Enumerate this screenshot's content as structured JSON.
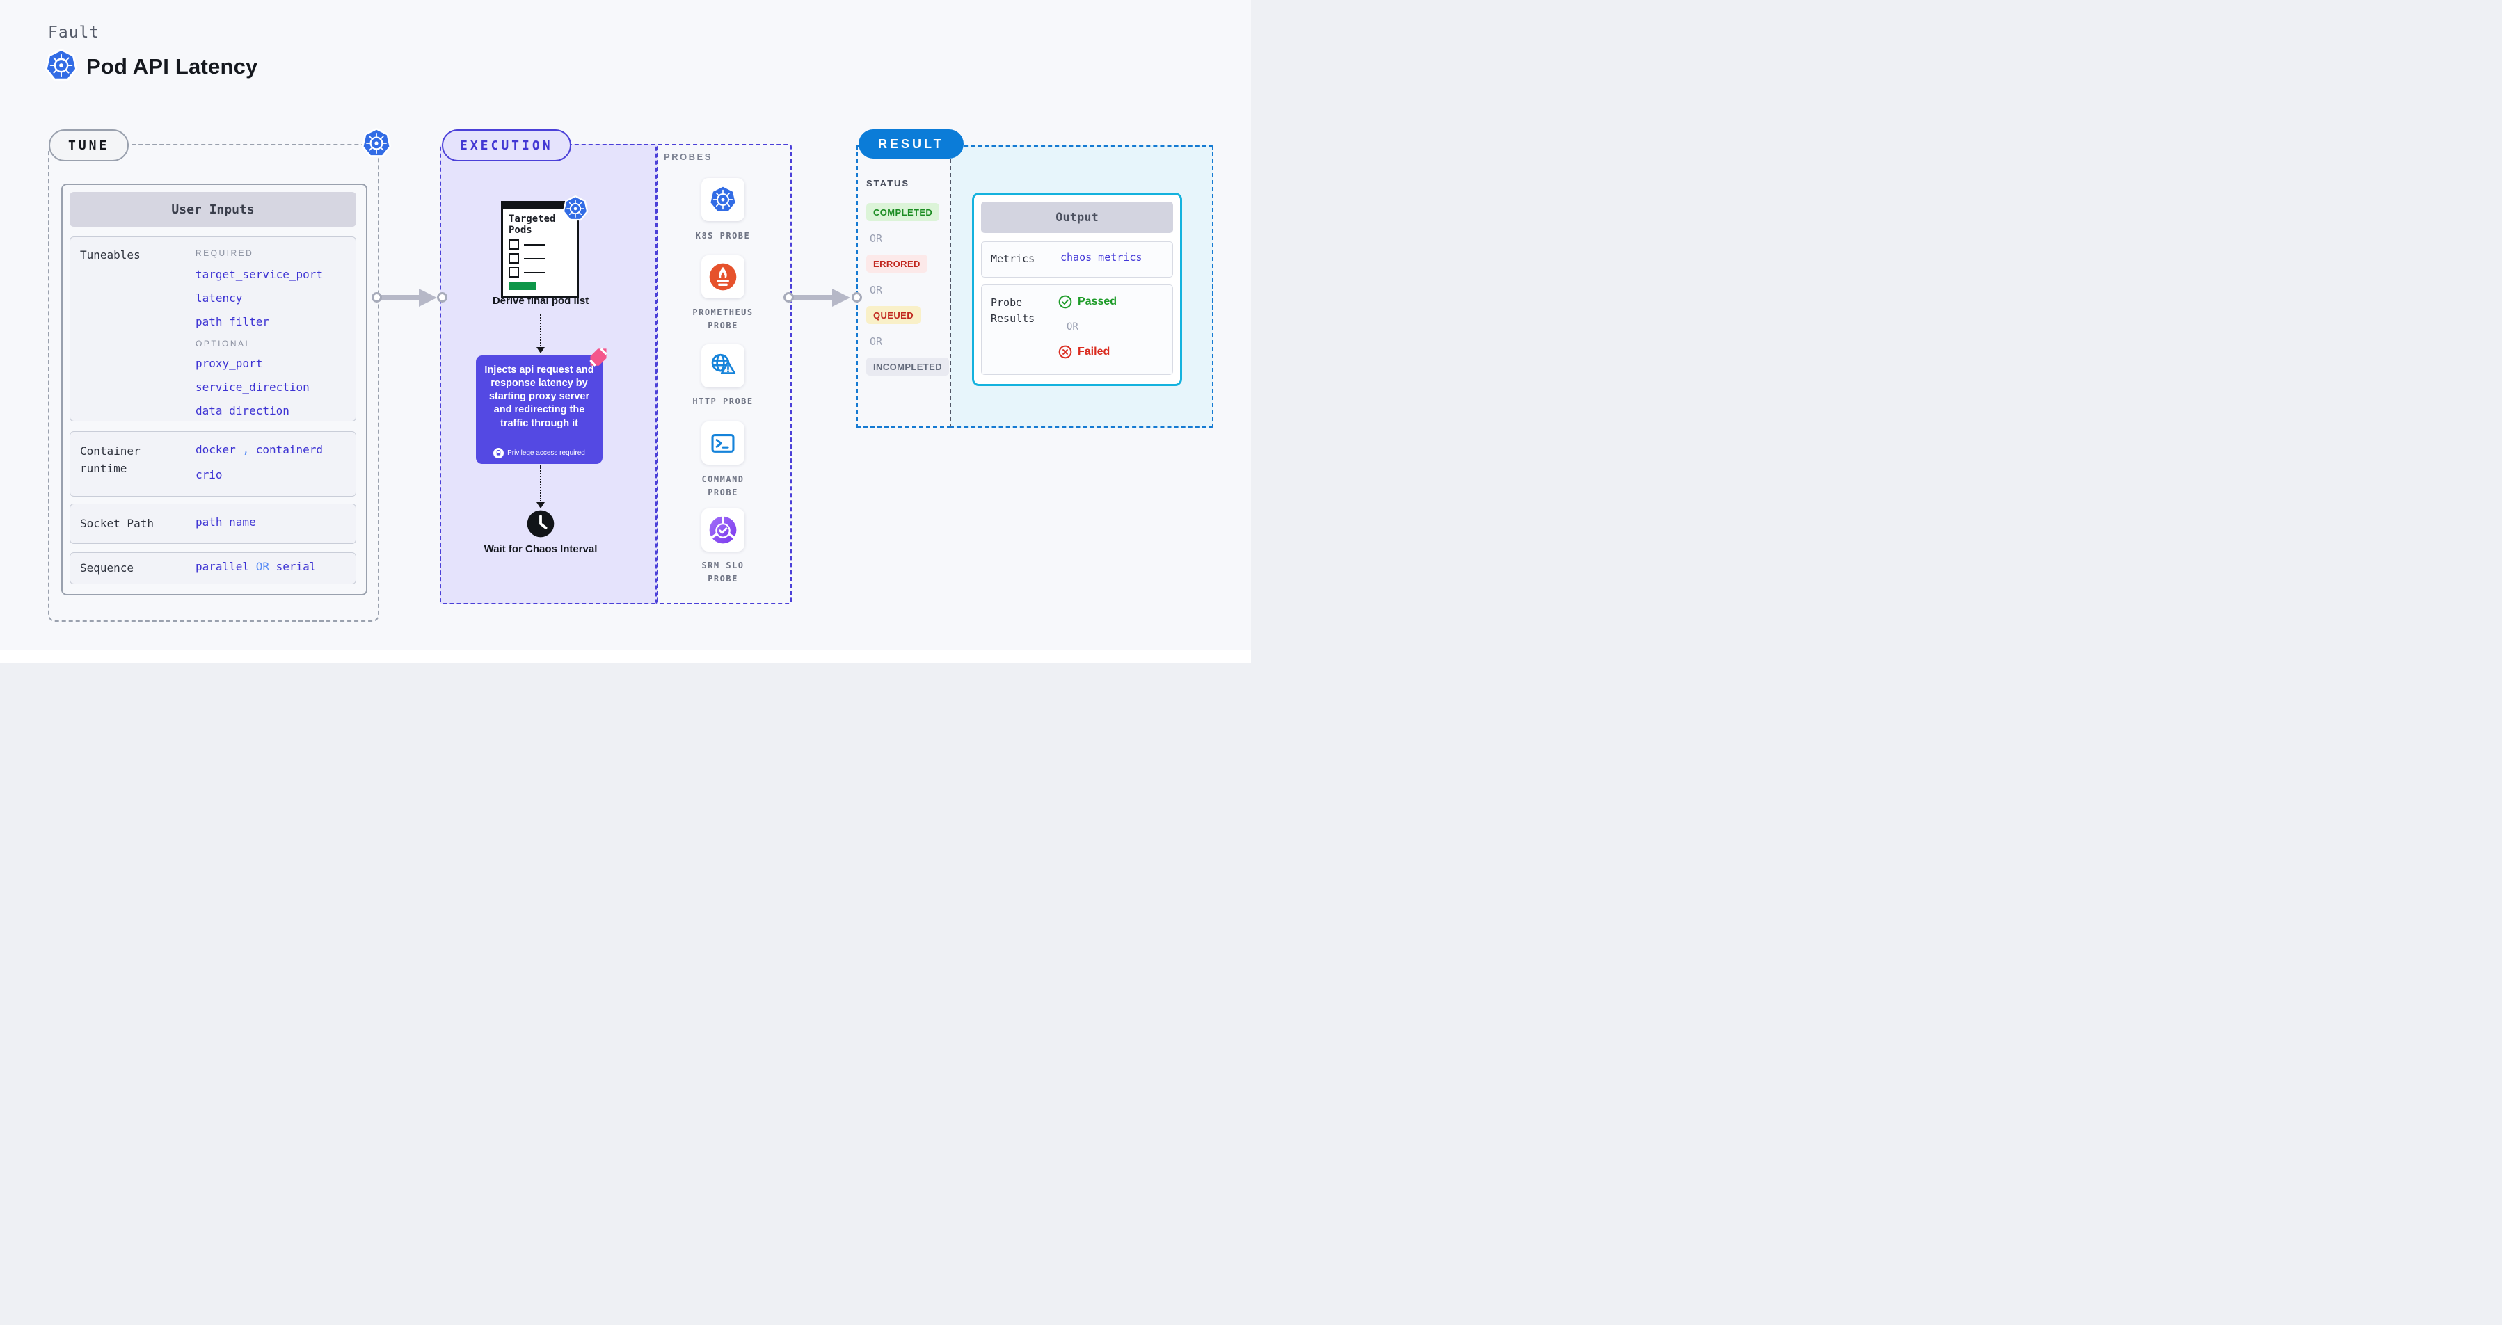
{
  "header": {
    "eyebrow": "Fault",
    "title": "Pod API Latency"
  },
  "tune": {
    "badge": "TUNE",
    "user_inputs_title": "User Inputs",
    "tuneables": {
      "label": "Tuneables",
      "required_label": "REQUIRED",
      "required": [
        "target_service_port",
        "latency",
        "path_filter"
      ],
      "optional_label": "OPTIONAL",
      "optional": [
        "proxy_port",
        "service_direction",
        "data_direction"
      ]
    },
    "container_runtime": {
      "label": "Container runtime",
      "value_a": "docker",
      "separator": ",",
      "value_b": "containerd",
      "value_c": "crio"
    },
    "socket_path": {
      "label": "Socket Path",
      "value": "path name"
    },
    "sequence": {
      "label": "Sequence",
      "value_a": "parallel",
      "or": "OR",
      "value_b": "serial"
    }
  },
  "execution": {
    "badge": "EXECUTION",
    "targeted_pods_title": "Targeted Pods",
    "derive_label": "Derive final pod list",
    "inject_text": "Injects api request and response latency by starting proxy server and redirecting the traffic through it",
    "privilege_note": "Privilege access required",
    "wait_label": "Wait for Chaos Interval"
  },
  "probes": {
    "label": "PROBES",
    "items": [
      {
        "name": "K8S PROBE",
        "icon": "kubernetes-icon"
      },
      {
        "name": "PROMETHEUS PROBE",
        "icon": "prometheus-icon"
      },
      {
        "name": "HTTP PROBE",
        "icon": "globe-warning-icon"
      },
      {
        "name": "COMMAND PROBE",
        "icon": "terminal-icon"
      },
      {
        "name": "SRM SLO PROBE",
        "icon": "donut-check-icon"
      }
    ]
  },
  "result": {
    "badge": "RESULT",
    "status_label": "STATUS",
    "or_label": "OR",
    "statuses": [
      {
        "label": "COMPLETED",
        "type": "completed"
      },
      {
        "label": "ERRORED",
        "type": "errored"
      },
      {
        "label": "QUEUED",
        "type": "queued"
      },
      {
        "label": "INCOMPLETED",
        "type": "incompleted"
      }
    ],
    "output": {
      "title": "Output",
      "metrics_label": "Metrics",
      "metrics_value": "chaos metrics",
      "probe_results_label": "Probe Results",
      "passed": "Passed",
      "or": "OR",
      "failed": "Failed"
    }
  },
  "colors": {
    "page_bg": "#f7f8fb",
    "execution_bg": "#e5e3fc",
    "execution_border": "#4b40d8",
    "result_blue": "#0b7cd8",
    "output_border": "#14b2de",
    "inject_purple": "#5449e3",
    "value_indigo": "#3d33d3",
    "kubernetes_blue": "#326ce5",
    "prometheus_orange": "#e6522c",
    "passed_green": "#1d9b28",
    "failed_red": "#da2c20",
    "completed_bg": "#dcf4d8",
    "errored_bg": "#fce9e9",
    "queued_bg": "#f9f0c8",
    "incompleted_bg": "#e9eaf1"
  }
}
